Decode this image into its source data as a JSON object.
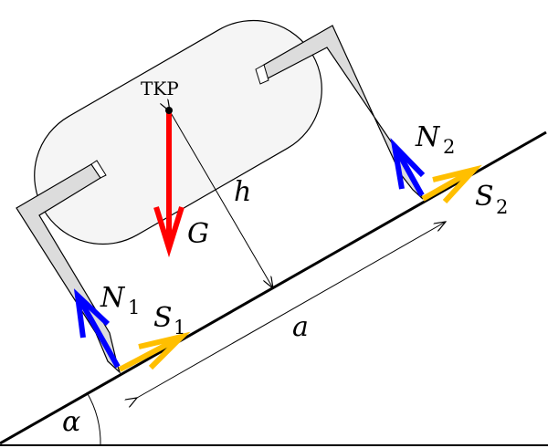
{
  "labels": {
    "center_of_mass": "TKP",
    "weight": "G",
    "height": "h",
    "distance": "a",
    "angle": "α",
    "normal1": "N",
    "normal1_sub": "1",
    "normal2": "N",
    "normal2_sub": "2",
    "friction1": "S",
    "friction1_sub": "1",
    "friction2": "S",
    "friction2_sub": "2"
  },
  "colors": {
    "weight": "#ff0000",
    "normal": "#0000ff",
    "friction": "#ffbf00",
    "body": "#f5f5f5",
    "legs": "#dcdcdc"
  }
}
